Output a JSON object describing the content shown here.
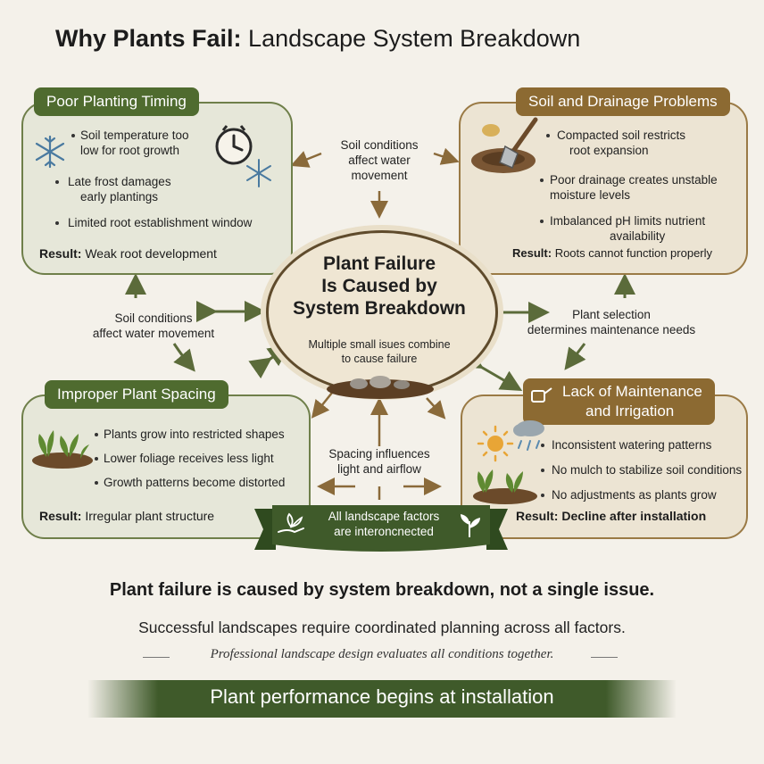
{
  "title": {
    "bold": "Why Plants Fail:",
    "rest": "Landscape System Breakdown"
  },
  "panels": {
    "timing": {
      "tab": "Poor Planting Timing",
      "items": [
        "Soil temperature too",
        "low for root growth",
        "Late frost damages",
        "early plantings",
        "Limited root establishment window"
      ],
      "result_label": "Result:",
      "result_text": "Weak root development"
    },
    "soil": {
      "tab": "Soil and Drainage Problems",
      "items": [
        "Compacted soil restricts",
        "root expansion",
        "Poor drainage creates unstable",
        "moisture levels",
        "Imbalanced pH limits nutrient",
        "availability"
      ],
      "result_label": "Result:",
      "result_text": "Roots cannot function properly"
    },
    "spacing": {
      "tab": "Improper Plant Spacing",
      "items": [
        "Plants grow into restricted shapes",
        "Lower foliage receives less light",
        "Growth patterns become distorted"
      ],
      "result_label": "Result:",
      "result_text": "Irregular plant structure"
    },
    "maintenance": {
      "tab_line1": "Lack of Maintenance",
      "tab_line2": "and Irrigation",
      "items": [
        "Inconsistent watering patterns",
        "No mulch to stabilize soil conditions",
        "No adjustments as plants grow"
      ],
      "result_label": "Result:",
      "result_text": "Decline after installation"
    }
  },
  "notes": {
    "top": [
      "Soil conditions",
      "affect water",
      "movement"
    ],
    "left": [
      "Soil conditions",
      "affect water movement"
    ],
    "right": [
      "Plant selection",
      "determines maintenance needs"
    ],
    "bottom": [
      "Spacing influences",
      "light and airflow"
    ]
  },
  "center": {
    "title_lines": [
      "Plant Failure",
      "Is Caused by",
      "System Breakdown"
    ],
    "sub_lines": [
      "Multiple small isues combine",
      "to cause failure"
    ]
  },
  "ribbon": {
    "lines": [
      "All landscape factors",
      "are interoncnected"
    ]
  },
  "footer": {
    "headline": "Plant failure is caused by system breakdown, not a single issue.",
    "line2": "Successful landscapes require coordinated planning across all factors.",
    "line3": "Professional landscape design evaluates all conditions together.",
    "banner": "Plant performance begins at installation"
  },
  "icons": {
    "timing": [
      "snowflake-icon",
      "clock-icon",
      "snowflake-icon"
    ],
    "soil": "shovel-soil-icon",
    "spacing": "seedling-icon",
    "maintenance": [
      "watering-can-icon",
      "sun-icon",
      "rain-cloud-icon",
      "seedling-icon"
    ],
    "ribbon": [
      "hand-plant-icon",
      "sprout-icon"
    ]
  },
  "colors": {
    "green": "#4f6b2f",
    "brown": "#8c6a32",
    "background": "#f4f1ea"
  }
}
